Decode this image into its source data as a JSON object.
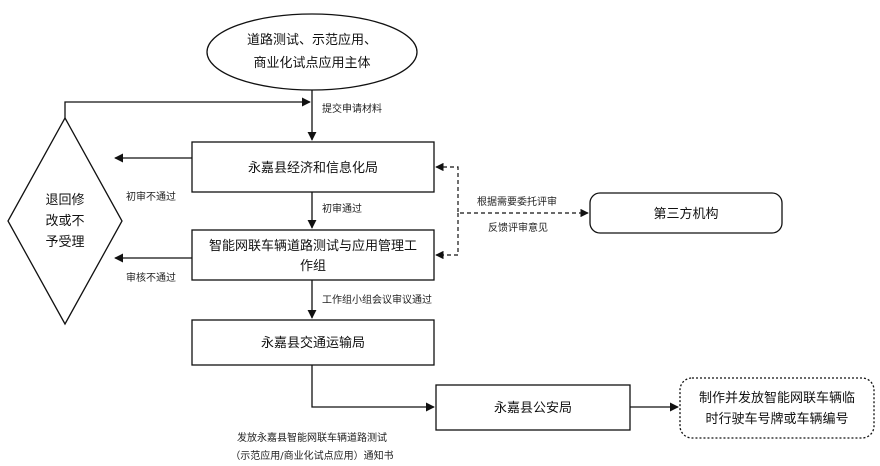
{
  "nodes": {
    "applicant": {
      "line1": "道路测试、示范应用、",
      "line2": "商业化试点应用主体"
    },
    "economy_bureau": "永嘉县经济和信息化局",
    "working_group": {
      "line1": "智能网联车辆道路测试与应用管理工",
      "line2": "作组"
    },
    "transport_bureau": "永嘉县交通运输局",
    "police_bureau": "永嘉县公安局",
    "third_party": "第三方机构",
    "reject": {
      "line1": "退回修",
      "line2": "改或不",
      "line3": "予受理"
    },
    "plate": {
      "line1": "制作并发放智能网联车辆临",
      "line2": "时行驶车号牌或车辆编号"
    }
  },
  "labels": {
    "submit": "提交申请材料",
    "first_review_fail": "初审不通过",
    "first_review_pass": "初审通过",
    "audit_fail": "审核不通过",
    "group_meeting_pass": "工作组小组会议审议通过",
    "entrust_review": "根据需要委托评审",
    "feedback": "反馈评审意见",
    "notice_line1": "发放永嘉县智能网联车辆道路测试",
    "notice_line2": "（示范应用/商业化试点应用）通知书"
  }
}
